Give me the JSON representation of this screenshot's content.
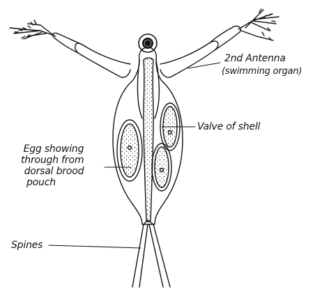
{
  "diagram": {
    "labels": {
      "antenna_line1": "2nd Antenna",
      "antenna_line2": "(swimming organ)",
      "valve": "Valve of shell",
      "egg_line1": "Egg showing",
      "egg_line2": "through from",
      "egg_line3": "dorsal brood",
      "egg_line4": "pouch",
      "spines": "Spines"
    }
  }
}
